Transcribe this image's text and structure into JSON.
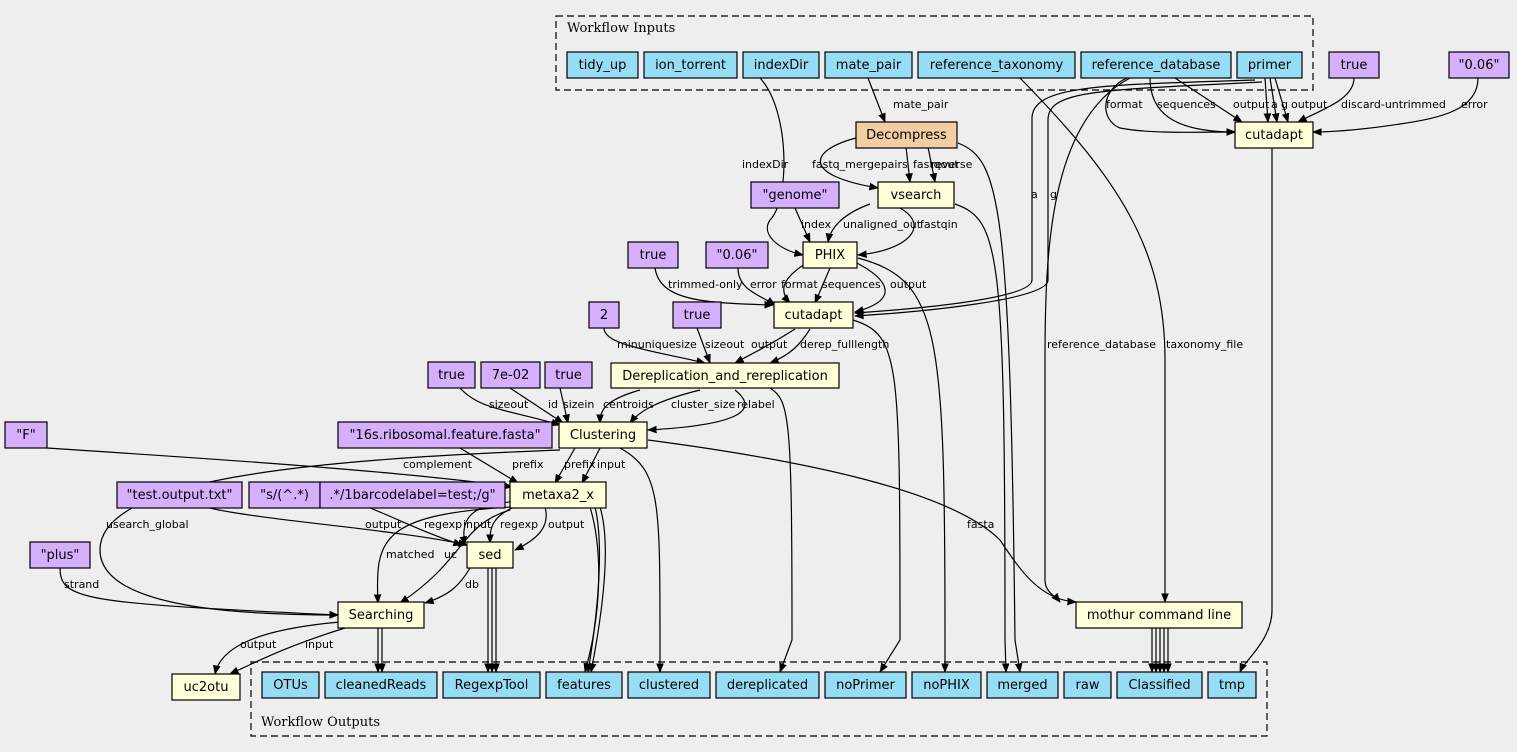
{
  "clusters": {
    "inputs": "Workflow Inputs",
    "outputs": "Workflow Outputs"
  },
  "colors": {
    "input": "#94ddf4",
    "output": "#94ddf4",
    "step": "#ffffd8",
    "decompress": "#f3cea1",
    "param": "#d5aefc",
    "background": "#eeeeee"
  },
  "nodes": {
    "tidy_up": "tidy_up",
    "ion_torrent": "ion_torrent",
    "indexDir": "indexDir",
    "mate_pair": "mate_pair",
    "reference_taxonomy": "reference_taxonomy",
    "reference_database": "reference_database",
    "primer": "primer",
    "true1": "true",
    "p006a": "\"0.06\"",
    "cutadapt_top": "cutadapt",
    "decompress": "Decompress",
    "vsearch": "vsearch",
    "genome": "\"genome\"",
    "phix": "PHIX",
    "true2": "true",
    "p006b": "\"0.06\"",
    "cutadapt_mid": "cutadapt",
    "two": "2",
    "true3": "true",
    "derep": "Dereplication_and_rereplication",
    "true4": "true",
    "seven": "7e-02",
    "true5": "true",
    "F": "\"F\"",
    "fasta16s": "\"16s.ribosomal.feature.fasta\"",
    "clustering": "Clustering",
    "testoutput": "\"test.output.txt\"",
    "sregex": "\"s/(^.*)",
    "barcode": ".*/1barcodelabel=test;/g\"",
    "metaxa": "metaxa2_x",
    "sed": "sed",
    "plus": "\"plus\"",
    "searching": "Searching",
    "mothur": "mothur command line",
    "uc2otu": "uc2otu",
    "OTUs": "OTUs",
    "cleanedReads": "cleanedReads",
    "RegexpTool": "RegexpTool",
    "features": "features",
    "clustered": "clustered",
    "dereplicated": "dereplicated",
    "noPrimer": "noPrimer",
    "noPHIX": "noPHIX",
    "merged": "merged",
    "raw": "raw",
    "Classified": "Classified",
    "tmp": "tmp"
  },
  "edge_labels": {
    "mate_pair": "mate_pair",
    "format_top": "format",
    "sequences_top": "sequences",
    "output_top": "output",
    "a_top": "a",
    "g_top": "g",
    "output_top2": "output",
    "discard": "discard-untrimmed",
    "error_top": "error",
    "indexDir": "indexDir",
    "fastq_mergepairs": "fastq_mergepairs",
    "fastqout": "fastqout",
    "reverse": "reverse",
    "a_mid": "a",
    "g_mid": "g",
    "index": "index",
    "unaligned_out": "unaligned_out",
    "fastqin": "fastqin",
    "trimmed_only": "trimmed-only",
    "error_mid": "error",
    "format_mid": "format",
    "sequences_mid": "sequences",
    "output_mid": "output",
    "reference_database": "reference_database",
    "taxonomy_file": "taxonomy_file",
    "minuniquesize": "minuniquesize",
    "sizeout_derep": "sizeout",
    "output_derep": "output",
    "derep_fulllength": "derep_fulllength",
    "sizeout_clust": "sizeout",
    "id": "id",
    "sizein": "sizein",
    "centroids": "centroids",
    "cluster_size": "cluster_size",
    "relabel": "relabel",
    "complement": "complement",
    "prefix1": "prefix",
    "prefix2": "prefix",
    "input_metaxa": "input",
    "usearch_global": "usearch_global",
    "fasta": "fasta",
    "output_sed1": "output",
    "regexp1": "regexp",
    "input_sed": "input",
    "regexp2": "regexp",
    "output_sed2": "output",
    "matched": "matched",
    "uc": "uc",
    "strand": "strand",
    "db": "db",
    "output_uc": "output",
    "input_uc": "input"
  }
}
